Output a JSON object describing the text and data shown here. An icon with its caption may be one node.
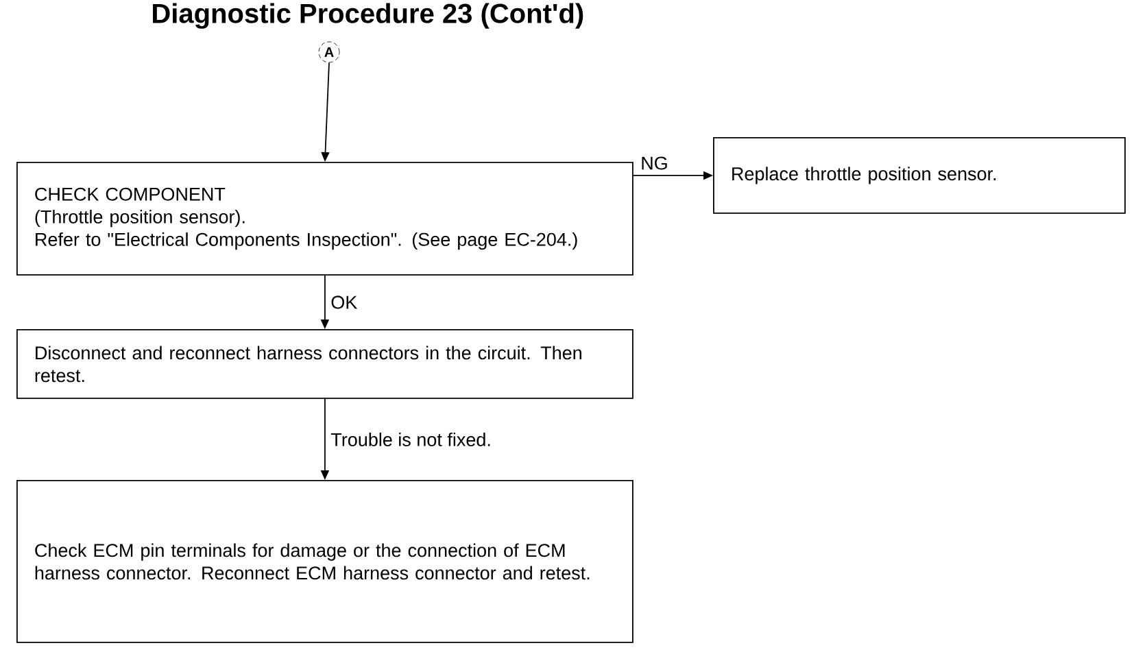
{
  "diagram": {
    "title": "Diagnostic Procedure 23 (Cont'd)",
    "nodes": [
      {
        "text": [
          "A"
        ]
      },
      {
        "text": [
          "CHECK COMPONENT",
          "(Throttle position sensor).",
          "Refer to \"Electrical Components Inspection\". (See page EC-204.)"
        ]
      },
      {
        "text": [
          "Replace throttle position sensor."
        ]
      },
      {
        "text": [
          "Disconnect and reconnect harness connectors in the circuit. Then retest."
        ]
      },
      {
        "text": [
          "Check ECM pin terminals for damage or the connection of ECM harness connector. Reconnect ECM harness connector and retest."
        ]
      }
    ],
    "edges": [
      {
        "from": 0,
        "to": 1,
        "arrow": "to"
      },
      {
        "from": 1,
        "to": 2,
        "arrow": "to",
        "label": "NG"
      },
      {
        "from": 1,
        "to": 3,
        "arrow": "to",
        "label": "OK"
      },
      {
        "from": 3,
        "to": 4,
        "arrow": "to",
        "label": "Trouble is not fixed."
      }
    ]
  }
}
